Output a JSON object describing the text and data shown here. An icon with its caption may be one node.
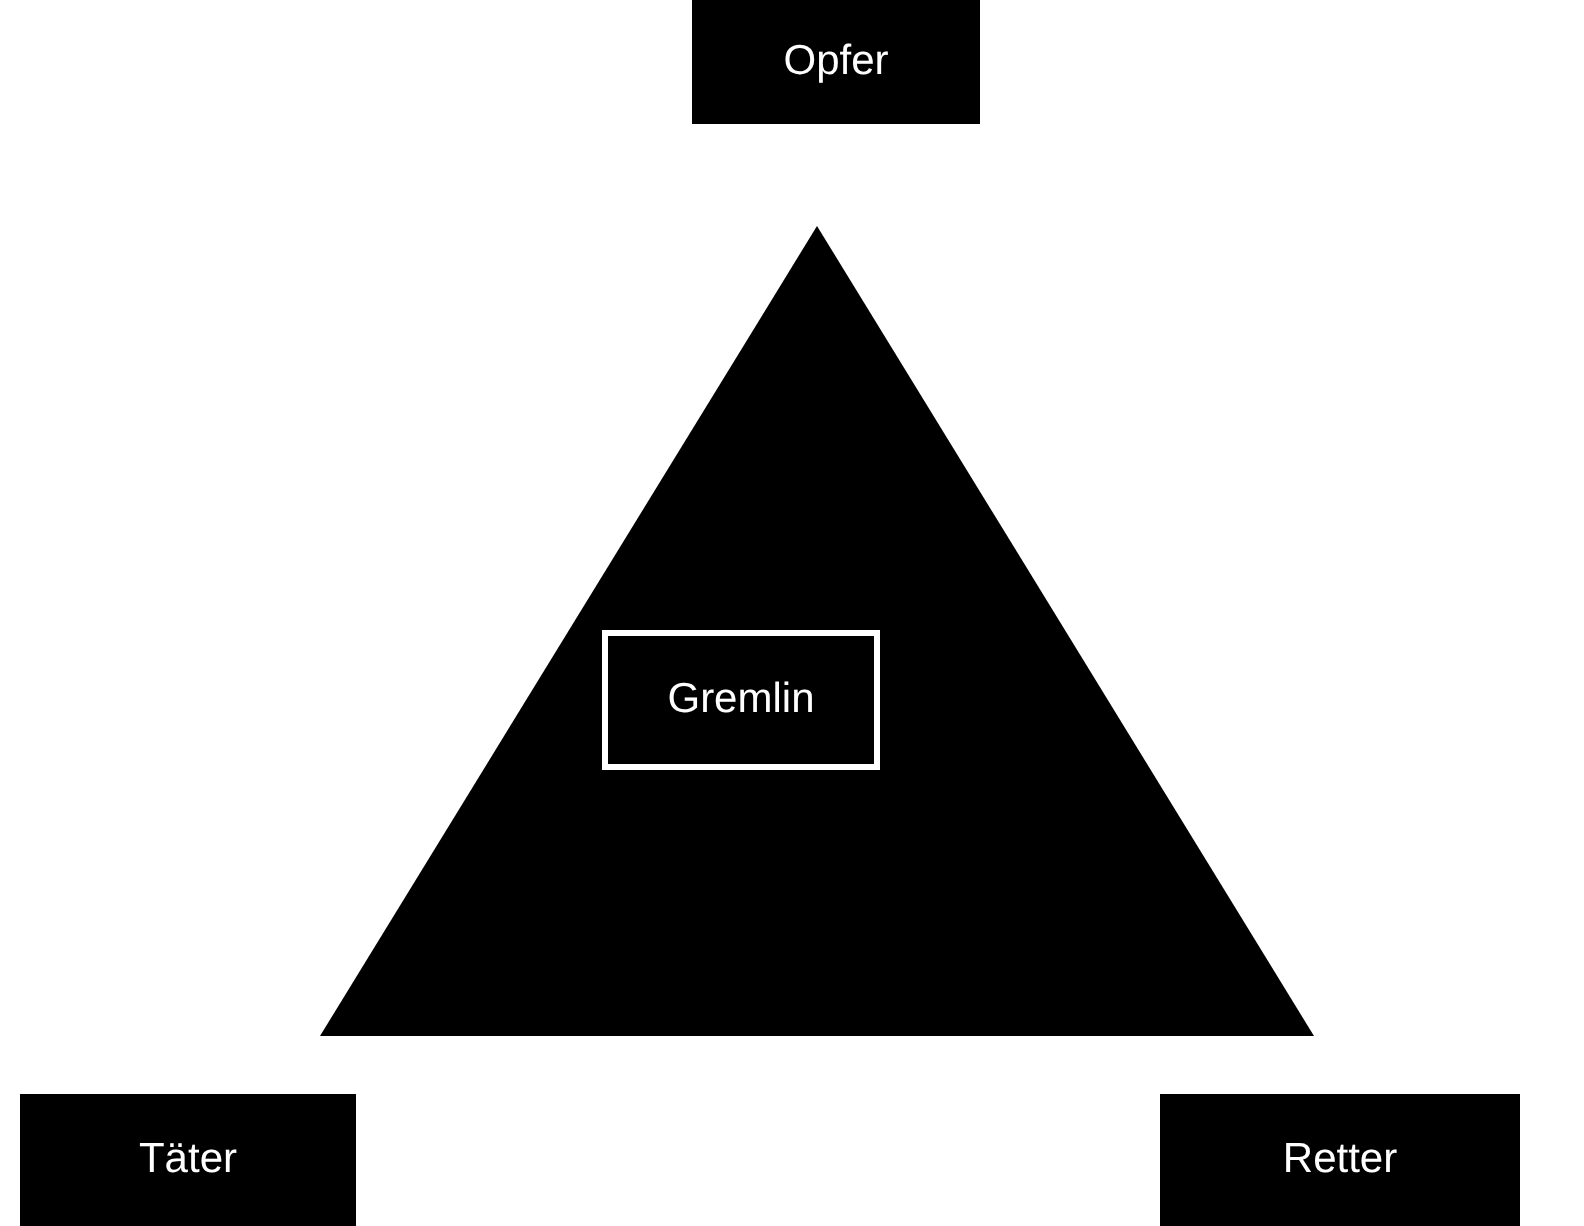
{
  "diagram": {
    "nodes": [
      {
        "text": [
          "Opfer"
        ]
      },
      {
        "text": [],
        "shape": "triangle"
      },
      {
        "text": [
          "Gremlin"
        ],
        "in": 1
      },
      {
        "text": [
          "Täter"
        ]
      },
      {
        "text": [
          "Retter"
        ]
      }
    ]
  }
}
